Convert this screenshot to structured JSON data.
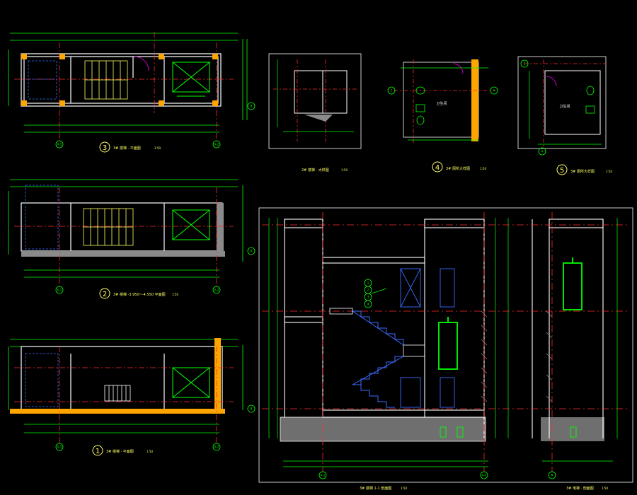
{
  "canvas": {
    "background": "#000000"
  },
  "colors": {
    "wall": "#ffffff",
    "dim": "#00ff00",
    "axis": "#ff2a2a",
    "stair": "#ffff66",
    "hatch": "#9a9a9a",
    "door": "#ff00ff",
    "blue": "#3b6bff",
    "cyan": "#00ffff",
    "orange": "#ffa500",
    "grey": "#8a8a8a",
    "elevator": "#00ff00"
  },
  "views": [
    {
      "id": "v3",
      "number": "3",
      "label": "3# 楼梯 · 平面图",
      "scale": "1:50"
    },
    {
      "id": "v2",
      "number": "2",
      "label": "3# 楼梯 -3.950~-4.550 平面图",
      "scale": "1:50"
    },
    {
      "id": "v1",
      "number": "1",
      "label": "3# 楼梯 · 平面图",
      "scale": "1:50"
    },
    {
      "id": "vdetail",
      "number": "",
      "label": "2# 楼梯 · 大样图",
      "scale": "1:50"
    },
    {
      "id": "v4",
      "number": "4",
      "label": "3# 厕所大样图",
      "scale": "1:50"
    },
    {
      "id": "v5",
      "number": "5",
      "label": "3# 厕所大样图",
      "scale": "1:50"
    },
    {
      "id": "vsec",
      "number": "",
      "label": "3# 楼梯 1-1 剖面图",
      "scale": "1:50"
    },
    {
      "id": "vsec2",
      "number": "",
      "label": "3# 电梯 · 剖面图",
      "scale": "1:50"
    }
  ],
  "axis_bubbles": {
    "v3": [
      "A-1",
      "A-2",
      "B"
    ],
    "v2": [
      "A-1",
      "A-2",
      "B"
    ],
    "v1": [
      "A-1",
      "A-2",
      "B"
    ],
    "v4": [
      "C",
      "A"
    ],
    "v5": [
      "C",
      "A"
    ],
    "vsec": [
      "A-1",
      "A-2",
      "B"
    ],
    "vsec2": [
      "B"
    ]
  },
  "room_label": "卫生间",
  "stair_tags": [
    "1",
    "2",
    "3",
    "4"
  ]
}
